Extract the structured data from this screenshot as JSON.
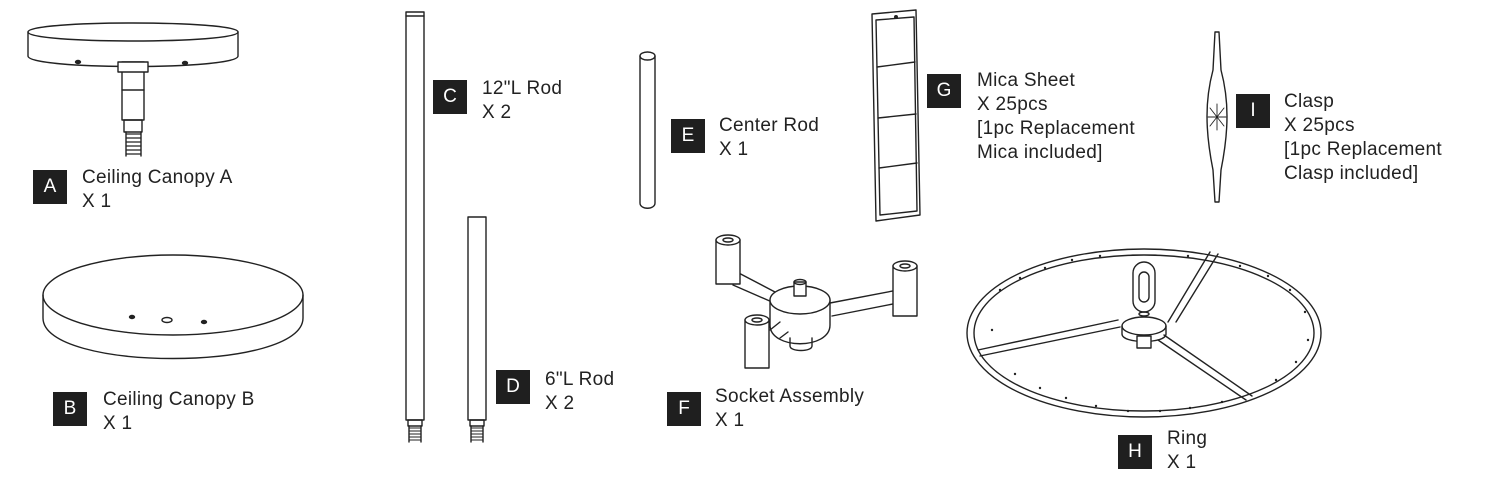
{
  "parts": [
    {
      "letter": "A",
      "lines": [
        "Ceiling Canopy A",
        "X 1"
      ]
    },
    {
      "letter": "B",
      "lines": [
        "Ceiling Canopy B",
        "X 1"
      ]
    },
    {
      "letter": "C",
      "lines": [
        "12\"L Rod",
        "X 2"
      ]
    },
    {
      "letter": "D",
      "lines": [
        "6\"L Rod",
        "X 2"
      ]
    },
    {
      "letter": "E",
      "lines": [
        "Center Rod",
        "X 1"
      ]
    },
    {
      "letter": "F",
      "lines": [
        "Socket Assembly",
        "X 1"
      ]
    },
    {
      "letter": "G",
      "lines": [
        "Mica Sheet",
        "X 25pcs",
        "[1pc Replacement",
        "Mica included]"
      ]
    },
    {
      "letter": "H",
      "lines": [
        "Ring",
        "X 1"
      ]
    },
    {
      "letter": "I",
      "lines": [
        "Clasp",
        "X 25pcs",
        "[1pc Replacement",
        "Clasp included]"
      ]
    }
  ]
}
